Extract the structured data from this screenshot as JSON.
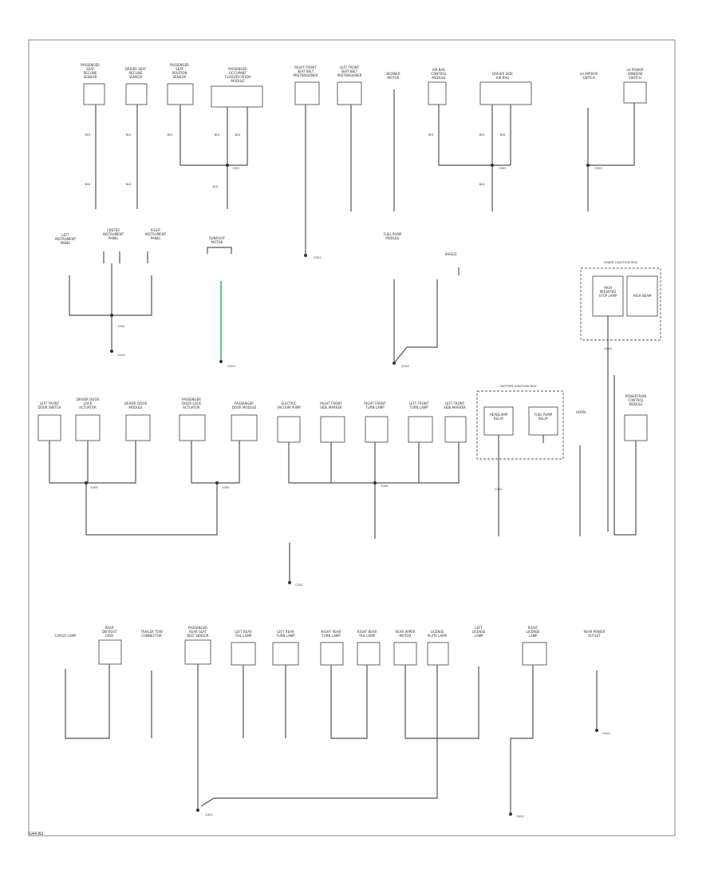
{
  "footer": {
    "code": "G44-B2"
  },
  "colors": {
    "line": "#555555",
    "frame": "#888888",
    "highlight": "#55c06a"
  },
  "groups": [
    {
      "key": "g1",
      "components": [
        "PASSENGER SEAT RECLINE SENSOR",
        "DRIVER SEAT RECLINE SENSOR"
      ],
      "wire": "BLK"
    },
    {
      "key": "g2",
      "components": [
        "PASSENGER SEAT POSITION SENSOR",
        "PASSENGER OCCUPANT CLASSIFICATION MODULE"
      ],
      "wire": "BLK",
      "splice": "S301"
    },
    {
      "key": "g3",
      "components": [
        "RIGHT FRONT SEAT BELT PRETENSIONER",
        "LEFT FRONT SEAT BELT PRETENSIONER"
      ],
      "ground": "G301"
    },
    {
      "key": "g4",
      "components": [
        "BLOWER MOTOR",
        "AIR BAG CONTROL MODULE",
        "DRIVER SIDE AIR BAG"
      ],
      "wire": "BLK",
      "splice": "S302"
    },
    {
      "key": "g5",
      "components": [
        "LH MIRROR SWITCH",
        "LH POWER WINDOW SWITCH"
      ],
      "splice": "S303"
    },
    {
      "key": "g6",
      "components": [
        "LEFT INSTRUMENT PANEL",
        "CENTER INSTRUMENT PANEL",
        "RIGHT INSTRUMENT PANEL"
      ],
      "splice": "S304",
      "ground": "G302"
    },
    {
      "key": "g7",
      "components": [
        "SUNROOF MOTOR"
      ],
      "ground": "G303"
    },
    {
      "key": "g8",
      "components": [
        "FUEL PUMP MODULE",
        "SHIELD"
      ],
      "ground": "G304"
    },
    {
      "key": "g9",
      "title": "SMART JUNCTION BOX",
      "components": [
        "HIGH MOUNTED STOP LAMP",
        "HIGH BEAM"
      ],
      "ground": "G200"
    },
    {
      "key": "g10",
      "components": [
        "LEFT FRONT DOOR SWITCH",
        "DRIVER DOOR LOCK ACTUATOR",
        "DRIVER DOOR MODULE",
        "PASSENGER DOOR LOCK ACTUATOR",
        "PASSENGER DOOR MODULE"
      ],
      "splice": "S305"
    },
    {
      "key": "g11",
      "components": [
        "ELECTRIC VACUUM PUMP",
        "RIGHT FRONT SIDE MARKER",
        "RIGHT FRONT TURN LAMP",
        "LEFT FRONT TURN LAMP",
        "LEFT FRONT SIDE MARKER"
      ],
      "splice": "S306"
    },
    {
      "key": "g12",
      "title": "BATTERY JUNCTION BOX",
      "components": [
        "HEADLAMP RELAY",
        "FUEL PUMP RELAY"
      ],
      "ground": "G102"
    },
    {
      "key": "g13",
      "components": [
        "HORN",
        "POWERTRAIN CONTROL MODULE"
      ]
    },
    {
      "key": "g14",
      "ground": "G101"
    },
    {
      "key": "g15",
      "components": [
        "CARGO LAMP",
        "REAR DEFROST GRID",
        "TRAILER TOW CONNECTOR",
        "PASSENGER REAR SEAT BELT SENSOR",
        "LEFT REAR TAIL LAMP",
        "LEFT REAR TURN LAMP",
        "RIGHT REAR TURN LAMP",
        "RIGHT REAR TAIL LAMP",
        "REAR WIPER MOTOR",
        "LICENSE PLATE LAMP",
        "LEFT LICENSE LAMP",
        "RIGHT LICENSE LAMP",
        "REAR POWER OUTLET"
      ],
      "ground": "G401"
    }
  ]
}
